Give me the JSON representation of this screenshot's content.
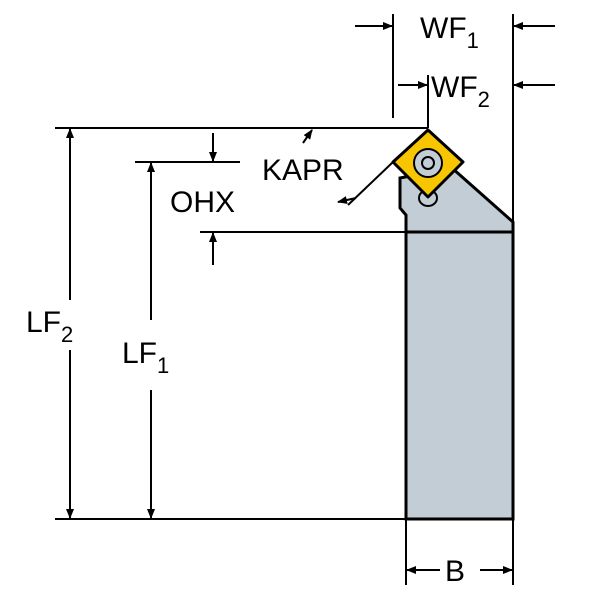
{
  "colors": {
    "insert": "#f7c600",
    "body": "#c3cdd6",
    "line": "#000000"
  },
  "labels": {
    "wf1": {
      "main": "WF",
      "sub": "1"
    },
    "wf2": {
      "main": "WF",
      "sub": "2"
    },
    "kapr": "KAPR",
    "ohx": "OHX",
    "lf2": {
      "main": "LF",
      "sub": "2"
    },
    "lf1": {
      "main": "LF",
      "sub": "1"
    },
    "b": "B"
  }
}
